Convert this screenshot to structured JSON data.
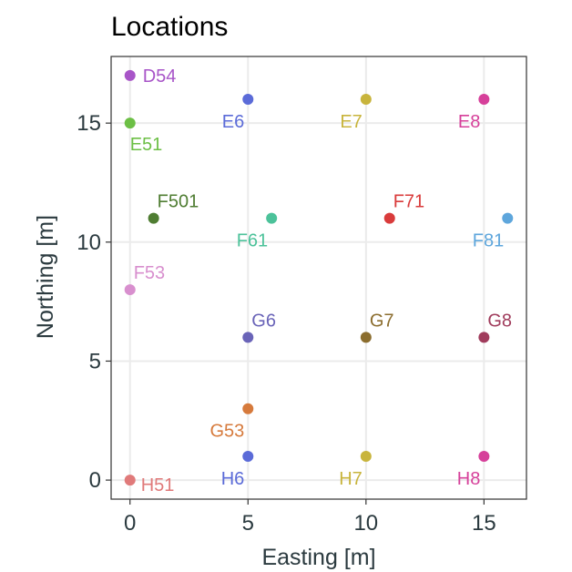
{
  "chart_data": {
    "type": "scatter",
    "title": "Locations",
    "xlabel": "Easting [m]",
    "ylabel": "Northing [m]",
    "xlim": [
      -0.8,
      16.8
    ],
    "ylim": [
      -0.8,
      17.8
    ],
    "xticks": [
      0,
      5,
      10,
      15
    ],
    "yticks": [
      0,
      5,
      10,
      15
    ],
    "grid": true,
    "legend": "none",
    "points": [
      {
        "label": "D54",
        "x": 0,
        "y": 17,
        "color": "#a855c8",
        "label_pos": "right"
      },
      {
        "label": "E51",
        "x": 0,
        "y": 15,
        "color": "#6cbf45",
        "label_pos": "below-right"
      },
      {
        "label": "E6",
        "x": 5,
        "y": 16,
        "color": "#5b6bd8",
        "label_pos": "below-left"
      },
      {
        "label": "E7",
        "x": 10,
        "y": 16,
        "color": "#c8b43c",
        "label_pos": "below-left"
      },
      {
        "label": "E8",
        "x": 15,
        "y": 16,
        "color": "#d6409a",
        "label_pos": "below-left"
      },
      {
        "label": "F501",
        "x": 1,
        "y": 11,
        "color": "#4f7d32",
        "label_pos": "above-right"
      },
      {
        "label": "F61",
        "x": 6,
        "y": 11,
        "color": "#4cc29a",
        "label_pos": "below-left"
      },
      {
        "label": "F71",
        "x": 11,
        "y": 11,
        "color": "#d93b3b",
        "label_pos": "above-right"
      },
      {
        "label": "F81",
        "x": 16,
        "y": 11,
        "color": "#5ea6dc",
        "label_pos": "below-left"
      },
      {
        "label": "F53",
        "x": 0,
        "y": 8,
        "color": "#d88fce",
        "label_pos": "above-right"
      },
      {
        "label": "G6",
        "x": 5,
        "y": 6,
        "color": "#6a64b8",
        "label_pos": "above-right"
      },
      {
        "label": "G7",
        "x": 10,
        "y": 6,
        "color": "#8b6d2e",
        "label_pos": "above-right"
      },
      {
        "label": "G8",
        "x": 15,
        "y": 6,
        "color": "#a03c5c",
        "label_pos": "above-right"
      },
      {
        "label": "G53",
        "x": 5,
        "y": 3,
        "color": "#d67a3c",
        "label_pos": "below-left"
      },
      {
        "label": "H6",
        "x": 5,
        "y": 1,
        "color": "#5b6bd8",
        "label_pos": "below-left"
      },
      {
        "label": "H7",
        "x": 10,
        "y": 1,
        "color": "#c8b43c",
        "label_pos": "below-left"
      },
      {
        "label": "H8",
        "x": 15,
        "y": 1,
        "color": "#d6409a",
        "label_pos": "below-left"
      },
      {
        "label": "H51",
        "x": 0,
        "y": 0,
        "color": "#e07a7a",
        "label_pos": "right-below"
      }
    ]
  }
}
